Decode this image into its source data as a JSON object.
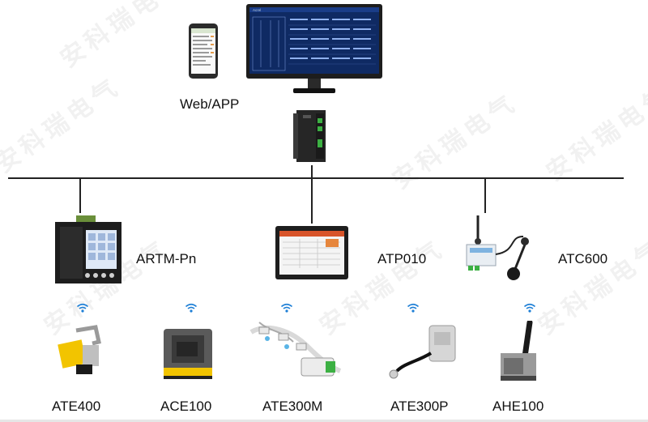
{
  "web_app_label": "Web/APP",
  "watermark_text": "安科瑞电气",
  "monitor_screen": {
    "header_text": "Acrel",
    "accent": "#0f2a63"
  },
  "controllers": [
    {
      "name": "ARTM-Pn",
      "icon": "meter-panel-icon"
    },
    {
      "name": "ATP010",
      "icon": "touch-screen-icon"
    },
    {
      "name": "ATC600",
      "icon": "wireless-receiver-icon"
    }
  ],
  "sensors": [
    {
      "name": "ATE400",
      "icon": "clamp-sensor-icon"
    },
    {
      "name": "ACE100",
      "icon": "collector-icon"
    },
    {
      "name": "ATE300M",
      "icon": "sensor-chain-icon"
    },
    {
      "name": "ATE300P",
      "icon": "probe-sensor-icon"
    },
    {
      "name": "AHE100",
      "icon": "antenna-module-icon"
    }
  ],
  "colors": {
    "bus": "#222222",
    "wifi": "#1e7fd6",
    "yellow": "#f2c400"
  }
}
